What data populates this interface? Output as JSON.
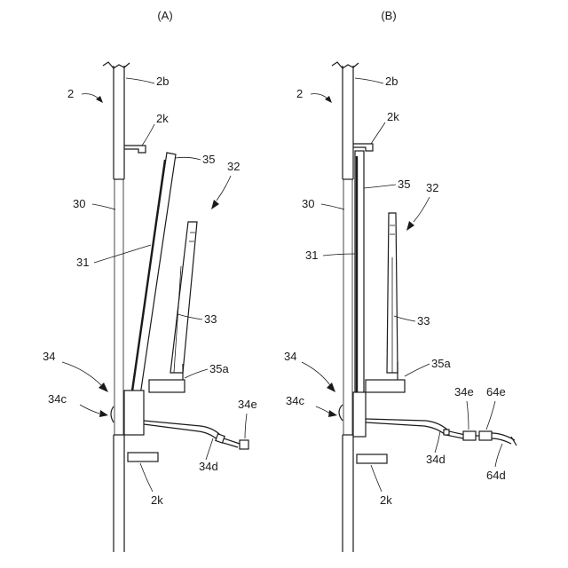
{
  "panels": [
    {
      "caption": "(A)",
      "labels": {
        "wall": "2",
        "wall_surface": "2b",
        "upper_hook": "2k",
        "lower_hook": "2k",
        "opening": "30",
        "panel": "35",
        "cover": "31",
        "antenna": "32",
        "antenna_body": "33",
        "base_unit": "34",
        "lamp": "34c",
        "shelf": "35a",
        "cable": "34d",
        "connector": "34e"
      }
    },
    {
      "caption": "(B)",
      "labels": {
        "wall": "2",
        "wall_surface": "2b",
        "upper_hook": "2k",
        "lower_hook": "2k",
        "opening": "30",
        "panel": "35",
        "cover": "31",
        "antenna": "32",
        "antenna_body": "33",
        "base_unit": "34",
        "lamp": "34c",
        "shelf": "35a",
        "cable": "34d",
        "connector": "34e",
        "mating_connector": "64e",
        "mating_cable": "64d"
      }
    }
  ]
}
